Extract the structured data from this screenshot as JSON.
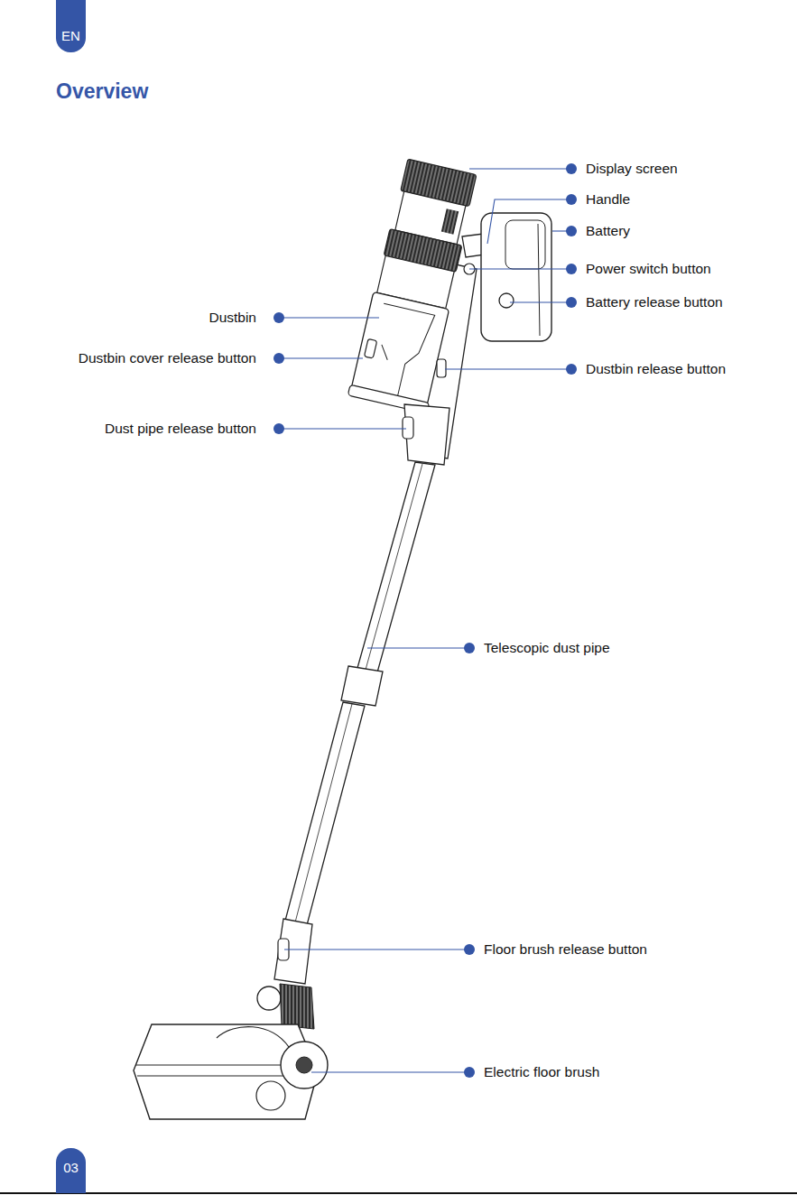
{
  "diagram": {
    "title": "Overview",
    "nodes": [
      {
        "text": [
          "EN"
        ]
      },
      {
        "text": [
          "03"
        ]
      }
    ],
    "labels": [
      "Display screen",
      "Handle",
      "Battery",
      "Power switch button",
      "Dustbin",
      "Battery release button",
      "Dustbin cover release button",
      "Dustbin release button",
      "Dust pipe release button",
      "Telescopic dust pipe",
      "Floor brush release button",
      "Electric floor brush"
    ]
  }
}
